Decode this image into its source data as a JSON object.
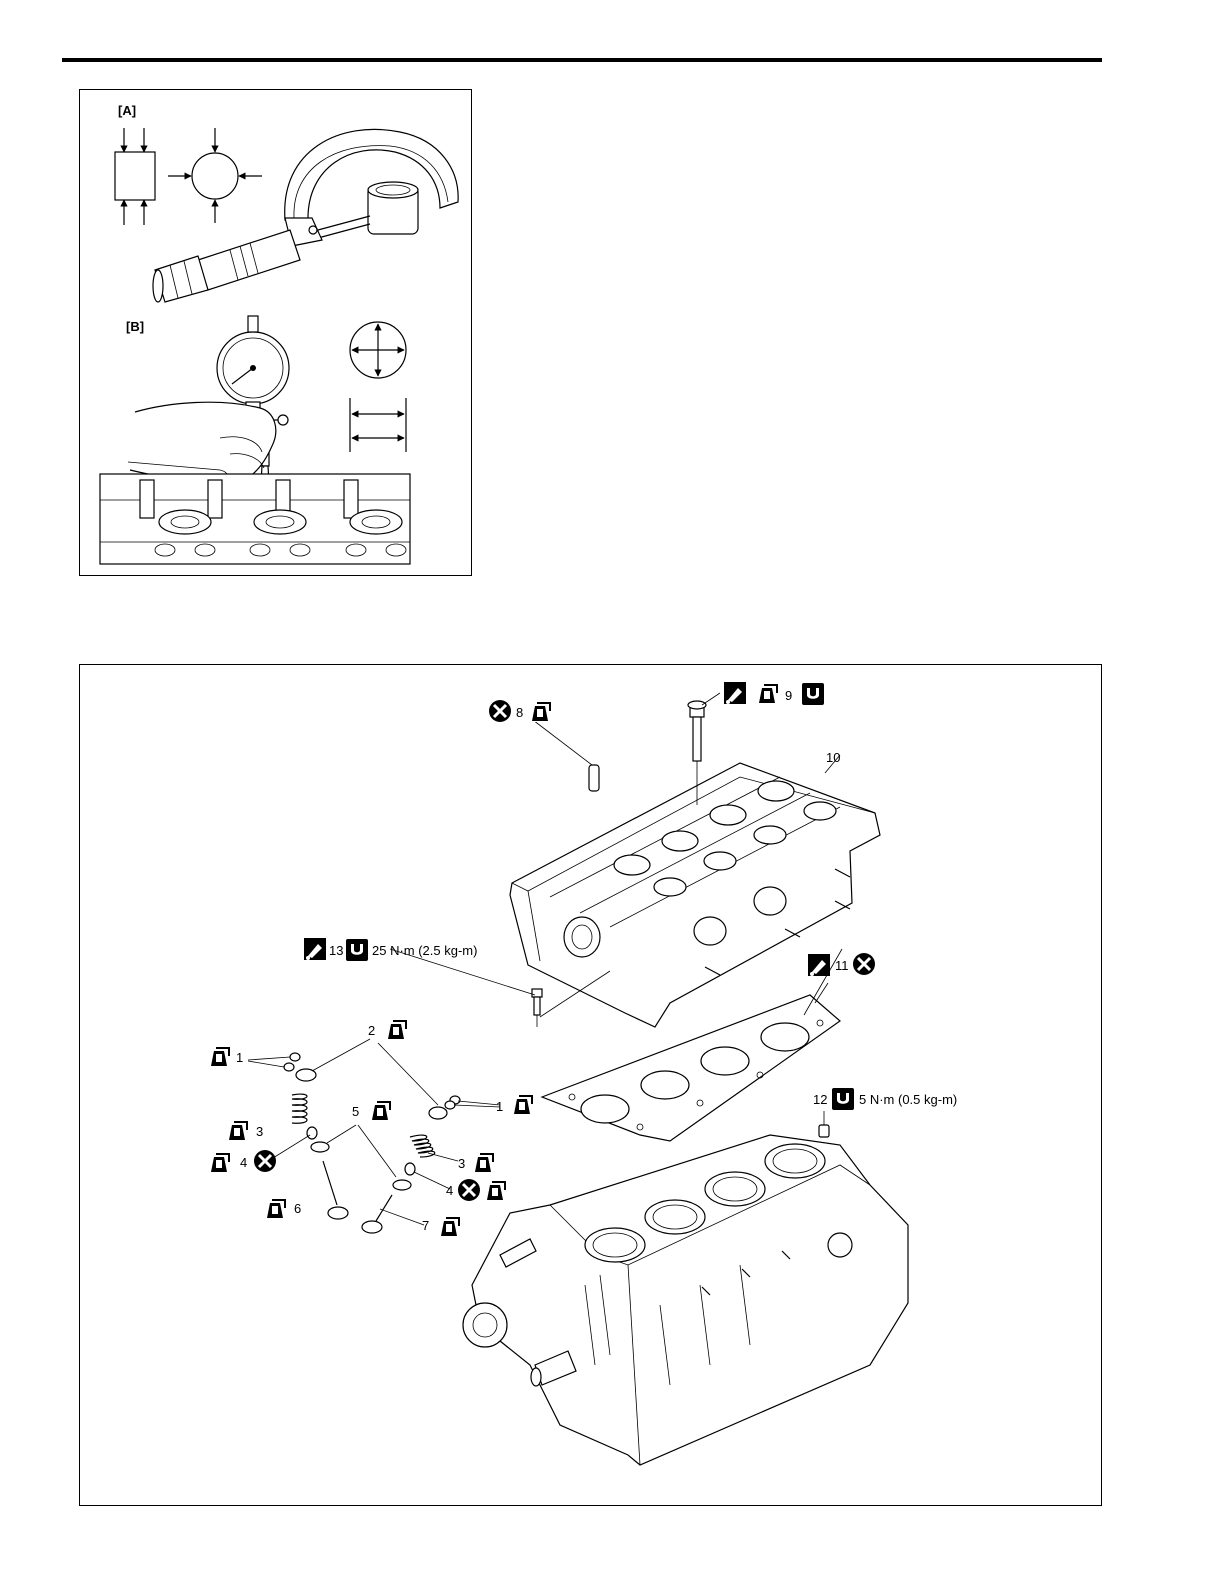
{
  "figure_a": {
    "label_a": "[A]",
    "label_b": "[B]"
  },
  "figure_b": {
    "callouts": {
      "c1_left": "1",
      "c1_right": "1",
      "c2": "2",
      "c3_left": "3",
      "c3_right": "3",
      "c4_left": "4",
      "c4_right": "4",
      "c5": "5",
      "c6": "6",
      "c7": "7",
      "c8": "8",
      "c9": "9",
      "c10": "10",
      "c11": "11",
      "c12": "12",
      "c13": "13"
    },
    "torque_13": "25 N·m (2.5 kg-m)",
    "torque_12": "5 N·m (0.5 kg-m)",
    "icons": {
      "oil": "oil-can-icon",
      "replace": "do-not-reuse-icon",
      "torque": "tightening-torque-icon",
      "sealant": "sealant-icon"
    }
  }
}
